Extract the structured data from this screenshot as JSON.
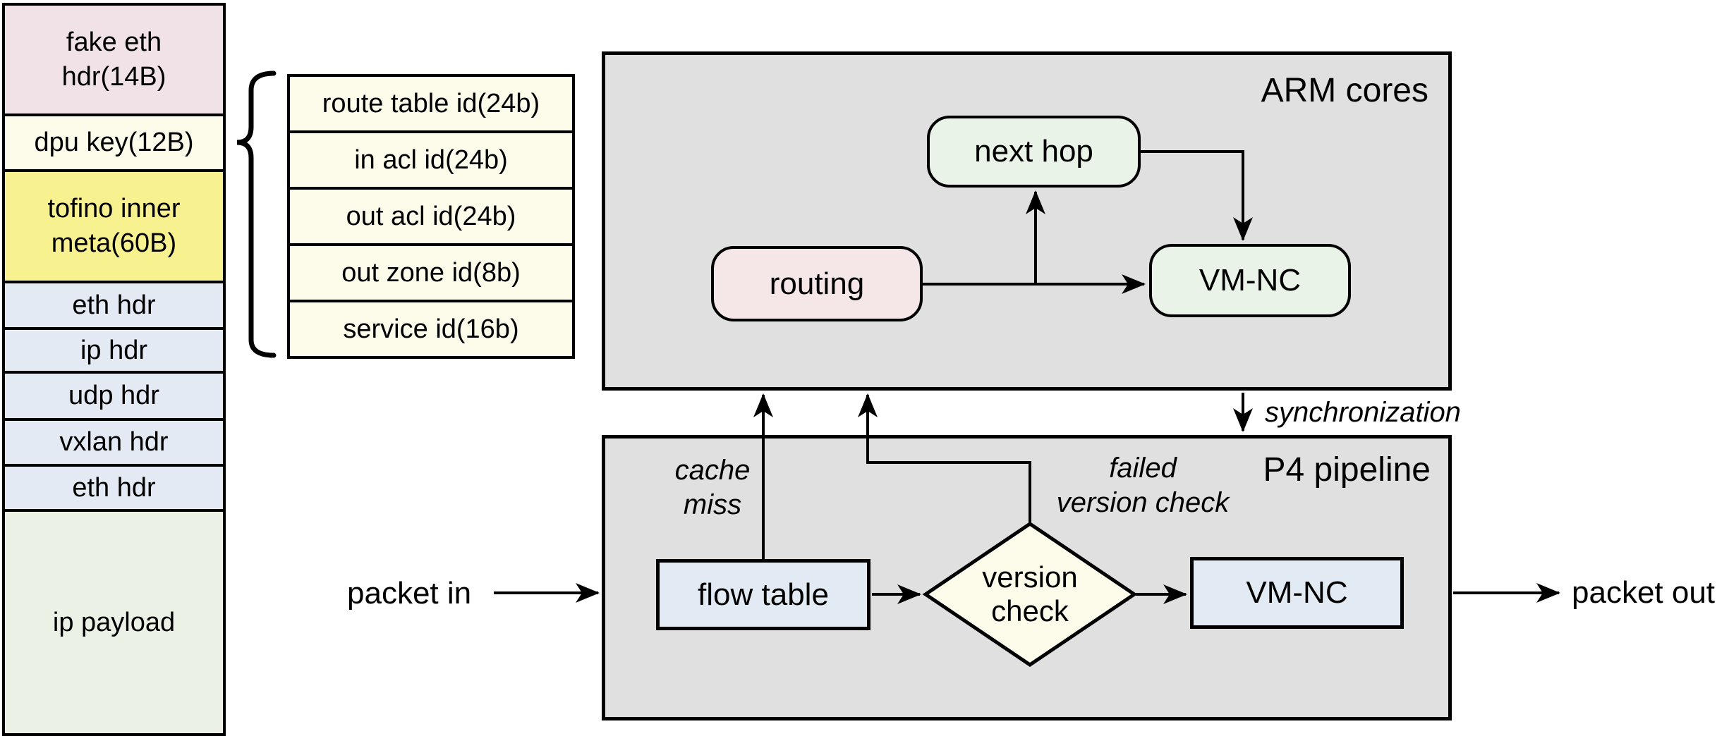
{
  "packet_stack": {
    "rows": [
      {
        "label": "fake eth\nhdr(14B)",
        "color": "#F0E2E7"
      },
      {
        "label": "dpu key(12B)",
        "color": "#FDFBE9"
      },
      {
        "label": "tofino inner\nmeta(60B)",
        "color": "#F8F18F"
      },
      {
        "label": "eth hdr",
        "color": "#E4EAF4"
      },
      {
        "label": "ip hdr",
        "color": "#E4EAF4"
      },
      {
        "label": "udp hdr",
        "color": "#E4EAF4"
      },
      {
        "label": "vxlan hdr",
        "color": "#E4EAF4"
      },
      {
        "label": "eth hdr",
        "color": "#E4EAF4"
      },
      {
        "label": "ip payload",
        "color": "#EBF2E5"
      }
    ]
  },
  "dpu_key_fields": {
    "rows": [
      {
        "label": "route table id(24b)"
      },
      {
        "label": "in acl id(24b)"
      },
      {
        "label": "out acl id(24b)"
      },
      {
        "label": "out zone id(8b)"
      },
      {
        "label": "service id(16b)"
      }
    ],
    "cell_color": "#FDFBE9"
  },
  "arm_section": {
    "title": "ARM cores",
    "nodes": {
      "routing": "routing",
      "next_hop": "next hop",
      "vm_nc": "VM-NC"
    }
  },
  "p4_section": {
    "title": "P4 pipeline",
    "nodes": {
      "flow_table": "flow table",
      "version_check": "version\ncheck",
      "vm_nc": "VM-NC"
    }
  },
  "annotations": {
    "cache_miss": "cache\nmiss",
    "failed_version_check": "failed\nversion check",
    "synchronization": "synchronization",
    "packet_in": "packet in",
    "packet_out": "packet out"
  },
  "palette": {
    "section_box_gray": "#E0E0E0",
    "stack_pink": "#F0E2E7",
    "ivory": "#FDFBE9",
    "yellow": "#F8F18F",
    "header_blue": "#E4EAF4",
    "payload_green": "#EBF2E5",
    "node_pink": "#F5E6E8",
    "node_green": "#E9F3E8",
    "node_blue": "#E2EAF4",
    "line_black": "#000000"
  }
}
